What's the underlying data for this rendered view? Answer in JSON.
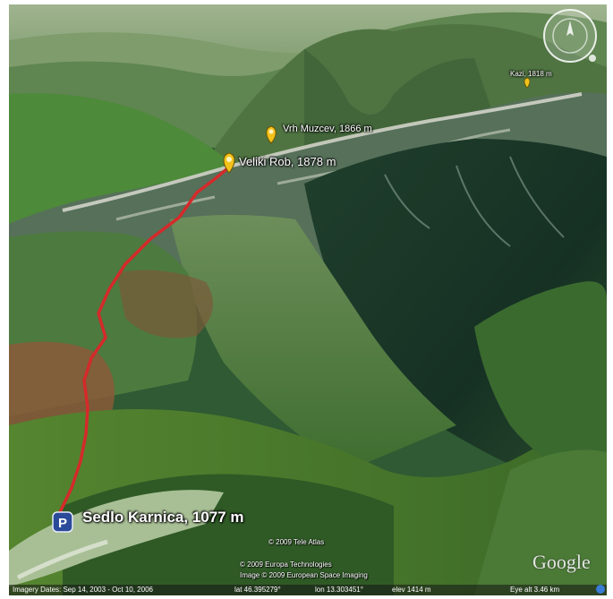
{
  "placemarks": {
    "veliki_rob": "Veliki Rob, 1878 m",
    "vrh_muzcev": "Vrh Muzcev, 1866 m",
    "kazi": "Kazi, 1818 m",
    "sedlo_karnica": "Sedlo Karnica, 1077 m"
  },
  "copyrights": {
    "tele_atlas": "© 2009 Tele Atlas",
    "europa": "© 2009 Europa Technologies",
    "image": "Image © 2009 European Space Imaging"
  },
  "logo": "Google",
  "status": {
    "imagery_dates": "Imagery Dates: Sep 14, 2003 - Oct 10, 2006",
    "lat": "lat   46.395279°",
    "lon": "lon   13.303451°",
    "elev": "elev 1414 m",
    "eye_alt": "Eye alt   3.46 km"
  },
  "colors": {
    "route": "#d42a2a",
    "pin": "#f2c21b",
    "parking": "#2b4a9a"
  },
  "icons": {
    "route": "hiking-route-line",
    "summit_pins": "yellow-pushpin-icon",
    "parking": "parking-icon",
    "nav": "navigation-compass-icon"
  }
}
